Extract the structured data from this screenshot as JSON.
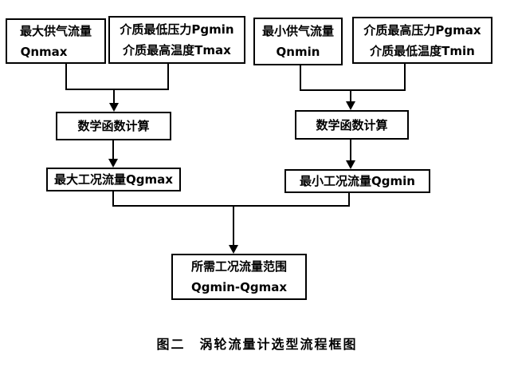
{
  "figure": {
    "caption": "图二　涡轮流量计选型流程框图",
    "boxes": {
      "qnmax": {
        "line1": "最大供气流量",
        "line2": "Qnmax"
      },
      "pgmin_tmax": {
        "line1": "介质最低压力Pgmin",
        "line2": "介质最高温度Tmax"
      },
      "qnmin": {
        "line1": "最小供气流量",
        "line2": "Qnmin"
      },
      "pgmax_tmin": {
        "line1": "介质最高压力Pgmax",
        "line2": "介质最低温度Tmin"
      },
      "calc_left": {
        "line1": "数学函数计算"
      },
      "calc_right": {
        "line1": "数学函数计算"
      },
      "qgmax": {
        "line1": "最大工况流量Qgmax"
      },
      "qgmin": {
        "line1": "最小工况流量Qgmin"
      },
      "result": {
        "line1": "所需工况流量范围",
        "line2": "Qgmin-Qgmax"
      }
    },
    "colors": {
      "line": "#000000",
      "background": "#ffffff",
      "text": "#000000"
    }
  }
}
